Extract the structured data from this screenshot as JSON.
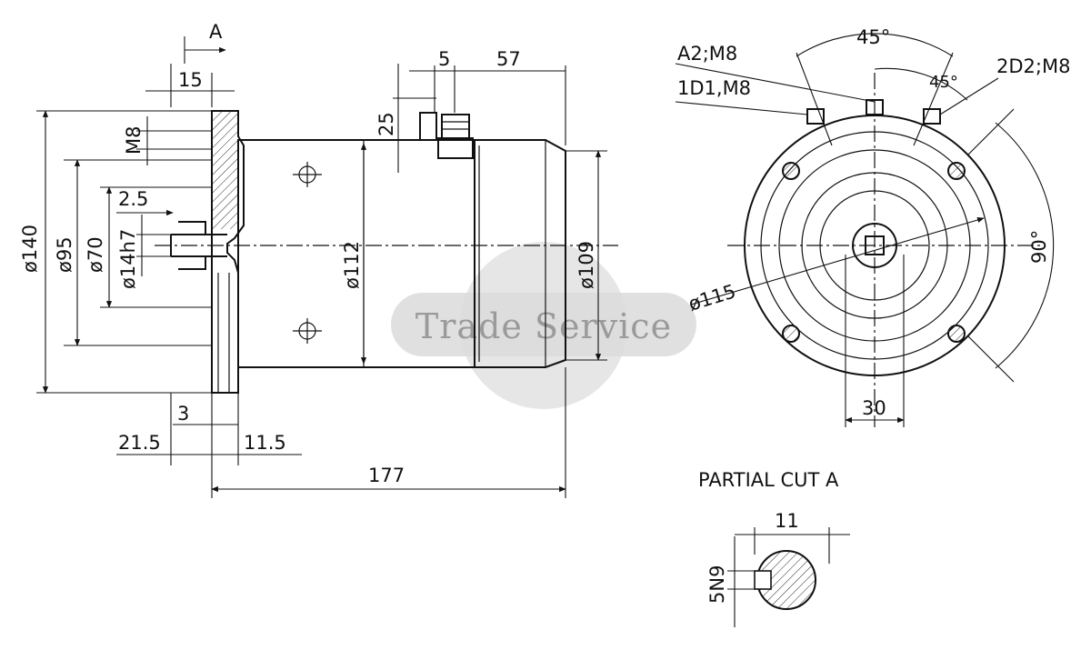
{
  "watermark": {
    "text": "Trade Service"
  },
  "side_view": {
    "section_label": "A",
    "dims": {
      "flange_thk": "15",
      "thread": "M8",
      "offset": "2.5",
      "d140": "ø140",
      "d95": "ø95",
      "d70": "ø70",
      "d14": "ø14h7",
      "d112": "ø112",
      "d109": "ø109",
      "terminal_gap": "5",
      "terminal_offset": "57",
      "terminal_height": "25",
      "dim3": "3",
      "dim21": "21.5",
      "dim11": "11.5",
      "overall": "177"
    }
  },
  "end_view": {
    "labels": {
      "a2": "A2;M8",
      "d1": "1D1,M8",
      "d2": "2D2;M8",
      "ang45_top": "45°",
      "ang45_inner": "45°",
      "ang90": "90°",
      "d115": "ø115",
      "w30": "30"
    }
  },
  "partial_cut": {
    "title": "PARTIAL CUT A",
    "width": "11",
    "key": "5N9"
  }
}
